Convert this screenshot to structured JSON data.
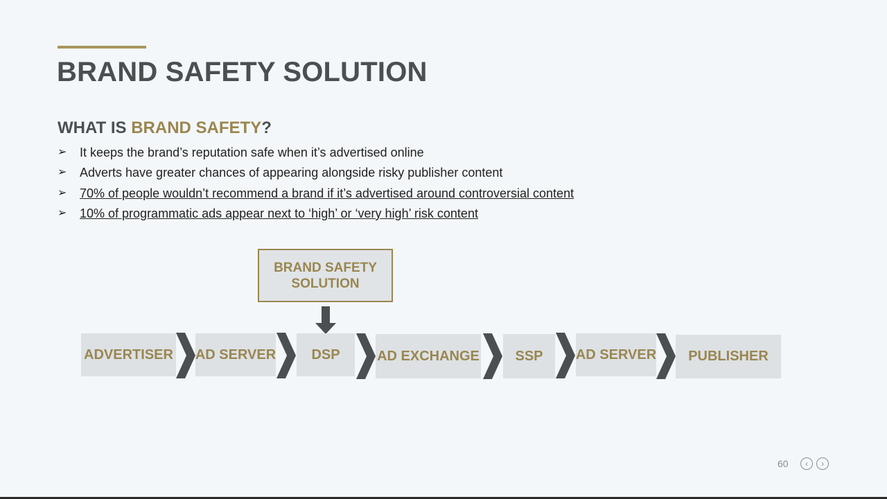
{
  "title": "BRAND SAFETY SOLUTION",
  "subtitle": {
    "prefix": "WHAT IS ",
    "highlight": "BRAND SAFETY",
    "suffix": "?"
  },
  "bullet_marker": "➢",
  "bullets": [
    {
      "text": "It keeps the brand’s reputation safe when it’s advertised online",
      "underline": false
    },
    {
      "text": "Adverts have greater chances of appearing alongside risky publisher content",
      "underline": false
    },
    {
      "text": "70% of people wouldn’t recommend a brand if it’s advertised around controversial content",
      "underline": true
    },
    {
      "text": "10% of programmatic ads appear next to ‘high’ or ‘very high’ risk content",
      "underline": true
    }
  ],
  "solution_box": {
    "line1": "BRAND SAFETY",
    "line2": "SOLUTION"
  },
  "flow": [
    "ADVERTISER",
    "AD SERVER",
    "DSP",
    "AD EXCHANGE",
    "SSP",
    "AD SERVER",
    "PUBLISHER"
  ],
  "page_number": "60",
  "nav": {
    "prev_glyph": "‹",
    "next_glyph": "›"
  },
  "colors": {
    "accent": "#a8955a",
    "title": "#4a4f52",
    "box_fill": "#dde1e4",
    "chevron": "#4a4f52",
    "background": "#f3f7f9"
  },
  "icons": [
    "down-arrow-icon",
    "chevron-right-icon",
    "prev-arrow-icon",
    "next-arrow-icon"
  ]
}
